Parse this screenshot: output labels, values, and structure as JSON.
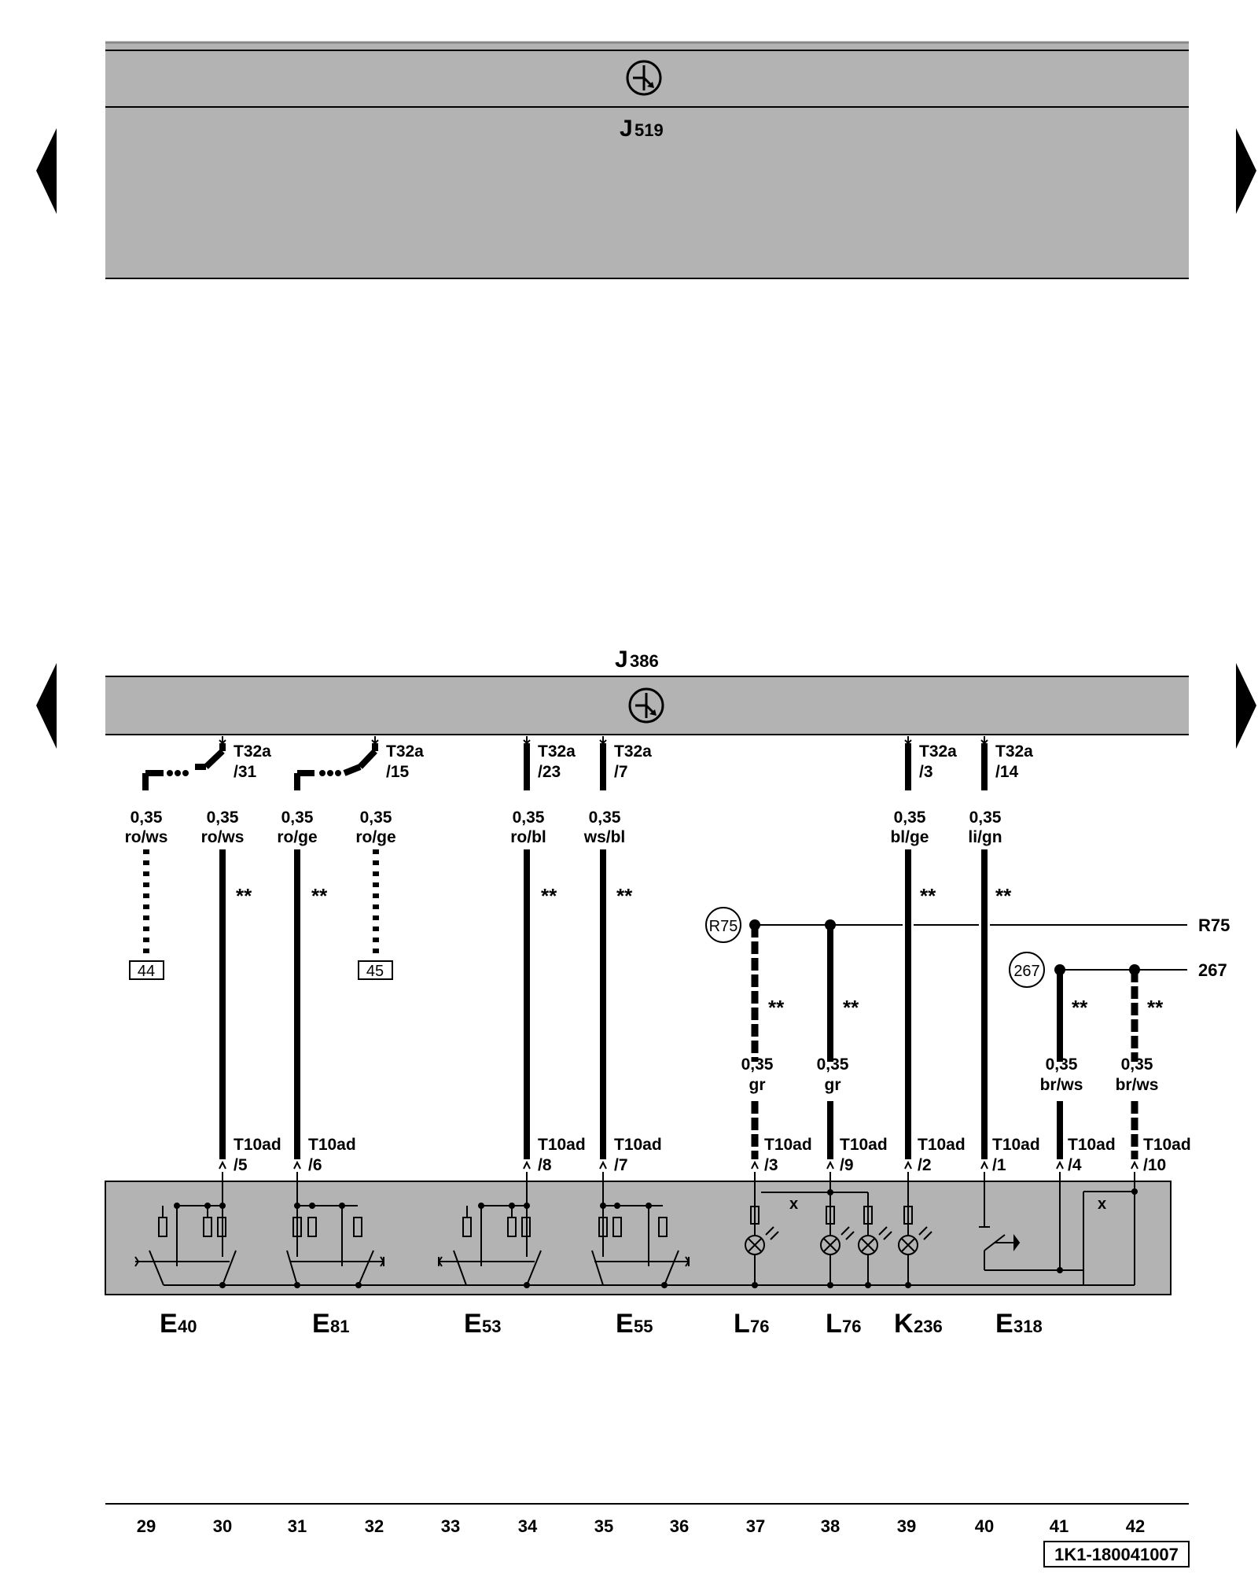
{
  "top_module": {
    "label": "J",
    "sub": "519",
    "color": "#b3b3b3"
  },
  "bottom_module": {
    "label": "J",
    "sub": "386",
    "color": "#b3b3b3"
  },
  "device_box_color": "#b3b3b3",
  "wires": [
    {
      "col": 30,
      "conn_top": "T32a",
      "pin_top": "/31",
      "size": "0,35",
      "color": "ro/ws",
      "mark": "**",
      "conn_bot": "T10ad",
      "pin_bot": "/5"
    },
    {
      "col": 31,
      "conn_top": "",
      "pin_top": "",
      "size": "0,35",
      "color": "ro/ge",
      "mark": "**",
      "conn_bot": "T10ad",
      "pin_bot": "/6"
    },
    {
      "col": 32,
      "conn_top": "T32a",
      "pin_top": "/15",
      "size": "0,35",
      "color": "ro/ge",
      "mark": "",
      "conn_bot": "",
      "pin_bot": ""
    },
    {
      "col": 34,
      "conn_top": "T32a",
      "pin_top": "/23",
      "size": "0,35",
      "color": "ro/bl",
      "mark": "**",
      "conn_bot": "T10ad",
      "pin_bot": "/8"
    },
    {
      "col": 35,
      "conn_top": "T32a",
      "pin_top": "/7",
      "size": "0,35",
      "color": "ws/bl",
      "mark": "**",
      "conn_bot": "T10ad",
      "pin_bot": "/7"
    },
    {
      "col": 39,
      "conn_top": "T32a",
      "pin_top": "/3",
      "size": "0,35",
      "color": "bl/ge",
      "mark": "**",
      "conn_bot": "T10ad",
      "pin_bot": "/2"
    },
    {
      "col": 40,
      "conn_top": "T32a",
      "pin_top": "/14",
      "size": "0,35",
      "color": "li/gn",
      "mark": "**",
      "conn_bot": "T10ad",
      "pin_bot": "/1"
    }
  ],
  "left_wire": {
    "size": "0,35",
    "color": "ro/ws",
    "ref": "44"
  },
  "left_wire_2": {
    "ref": "45"
  },
  "bus_wires": [
    {
      "col": 37,
      "size": "0,35",
      "color": "gr",
      "mark": "**",
      "conn_bot": "T10ad",
      "pin_bot": "/3"
    },
    {
      "col": 38,
      "size": "0,35",
      "color": "gr",
      "mark": "**",
      "conn_bot": "T10ad",
      "pin_bot": "/9"
    },
    {
      "col": 41,
      "size": "0,35",
      "color": "br/ws",
      "mark": "**",
      "conn_bot": "T10ad",
      "pin_bot": "/4"
    },
    {
      "col": 42,
      "size": "0,35",
      "color": "br/ws",
      "mark": "**",
      "conn_bot": "T10ad",
      "pin_bot": "/10"
    }
  ],
  "buses": [
    {
      "circle": "R75",
      "label": "R75"
    },
    {
      "circle": "267",
      "label": "267"
    }
  ],
  "components": [
    {
      "letter": "E",
      "sub": "40"
    },
    {
      "letter": "E",
      "sub": "81"
    },
    {
      "letter": "E",
      "sub": "53"
    },
    {
      "letter": "E",
      "sub": "55"
    },
    {
      "letter": "L",
      "sub": "76"
    },
    {
      "letter": "L",
      "sub": "76"
    },
    {
      "letter": "K",
      "sub": "236"
    },
    {
      "letter": "E",
      "sub": "318"
    }
  ],
  "x_marks": [
    "x",
    "x"
  ],
  "columns": [
    "29",
    "30",
    "31",
    "32",
    "33",
    "34",
    "35",
    "36",
    "37",
    "38",
    "39",
    "40",
    "41",
    "42"
  ],
  "diagram_id": "1K1-180041007"
}
